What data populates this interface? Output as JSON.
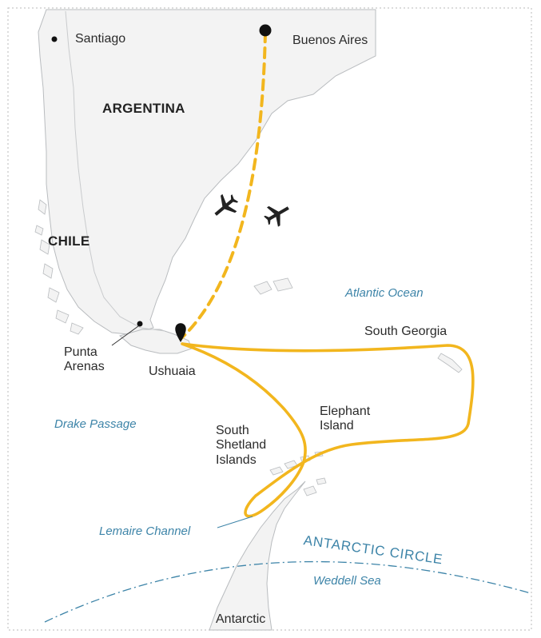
{
  "map": {
    "places": {
      "santiago": "Santiago",
      "buenos_aires": "Buenos Aires",
      "punta_arenas": "Punta\nArenas",
      "ushuaia": "Ushuaia",
      "south_georgia": "South Georgia",
      "elephant_island": "Elephant\nIsland",
      "south_shetland": "South\nShetland\nIslands",
      "antarctic": "Antarctic"
    },
    "countries": {
      "argentina": "ARGENTINA",
      "chile": "CHILE"
    },
    "water": {
      "atlantic": "Atlantic Ocean",
      "drake": "Drake Passage",
      "lemaire": "Lemaire Channel",
      "weddell": "Weddell Sea"
    },
    "circle": "ANTARCTIC CIRCLE",
    "colors": {
      "route": "#f2b61e",
      "water_text": "#3d84a8",
      "coast": "#b9bcbf",
      "land": "#f3f3f3",
      "marker": "#111111"
    },
    "icons": [
      "airplane-icon",
      "airplane-icon",
      "location-pin-icon"
    ]
  }
}
